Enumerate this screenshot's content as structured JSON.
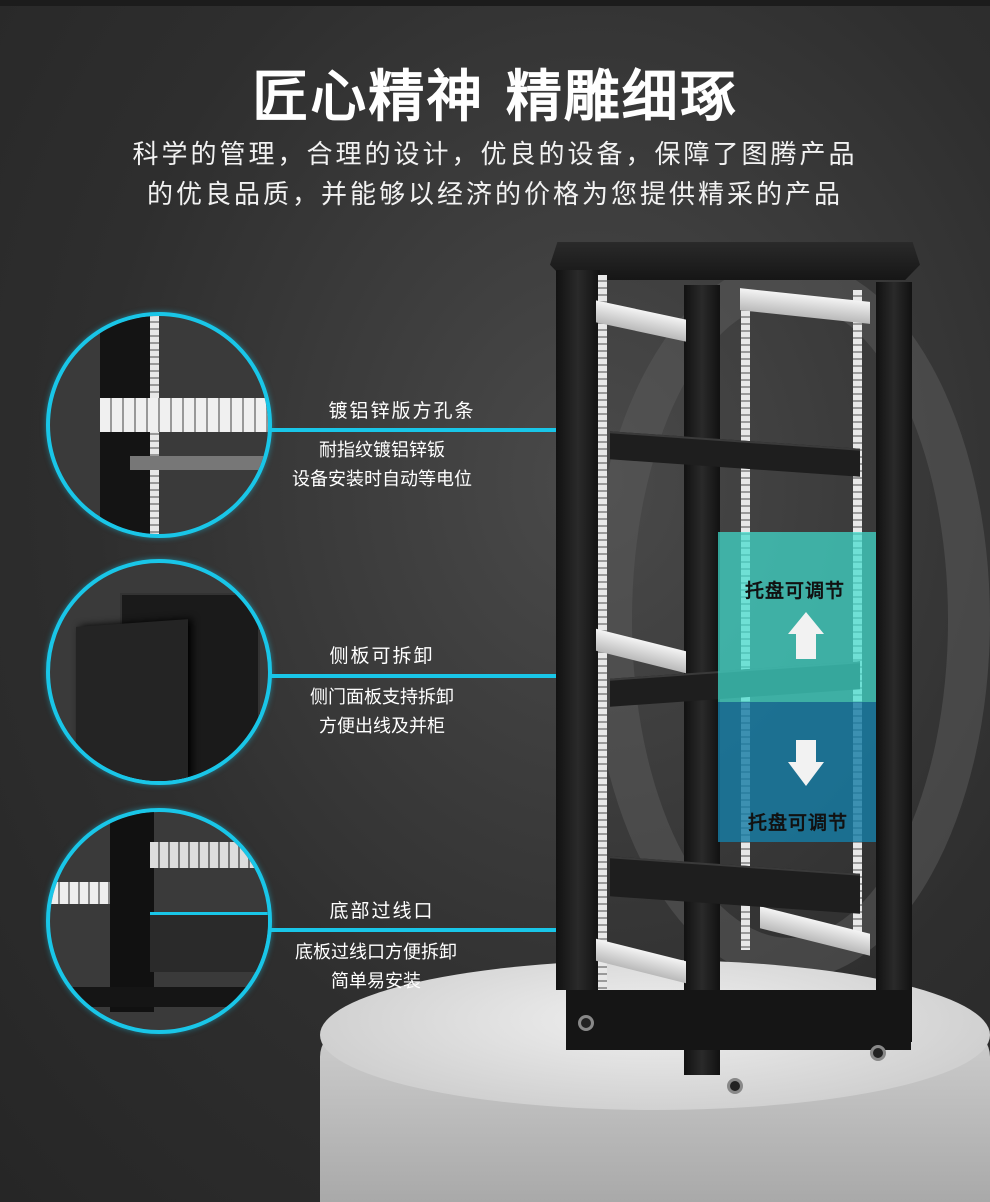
{
  "header": {
    "title": "匠心精神 精雕细琢",
    "subtitle_line1": "科学的管理，合理的设计，优良的设备，保障了图腾产品",
    "subtitle_line2": "的优良品质，并能够以经济的价格为您提供精采的产品"
  },
  "features": [
    {
      "title": "镀铝锌版方孔条",
      "desc1": "耐指纹镀铝锌钣",
      "desc2": "设备安装时自动等电位"
    },
    {
      "title": "侧板可拆卸",
      "desc1": "侧门面板支持拆卸",
      "desc2": "方便出线及并柜"
    },
    {
      "title": "底部过线口",
      "desc1": "底板过线口方便拆卸",
      "desc2": "简单易安装"
    }
  ],
  "tray": {
    "up_label": "托盘可调节",
    "down_label": "托盘可调节"
  },
  "colors": {
    "accent": "#19c6e8",
    "teal": "#40dccd",
    "blue": "#167da5"
  }
}
